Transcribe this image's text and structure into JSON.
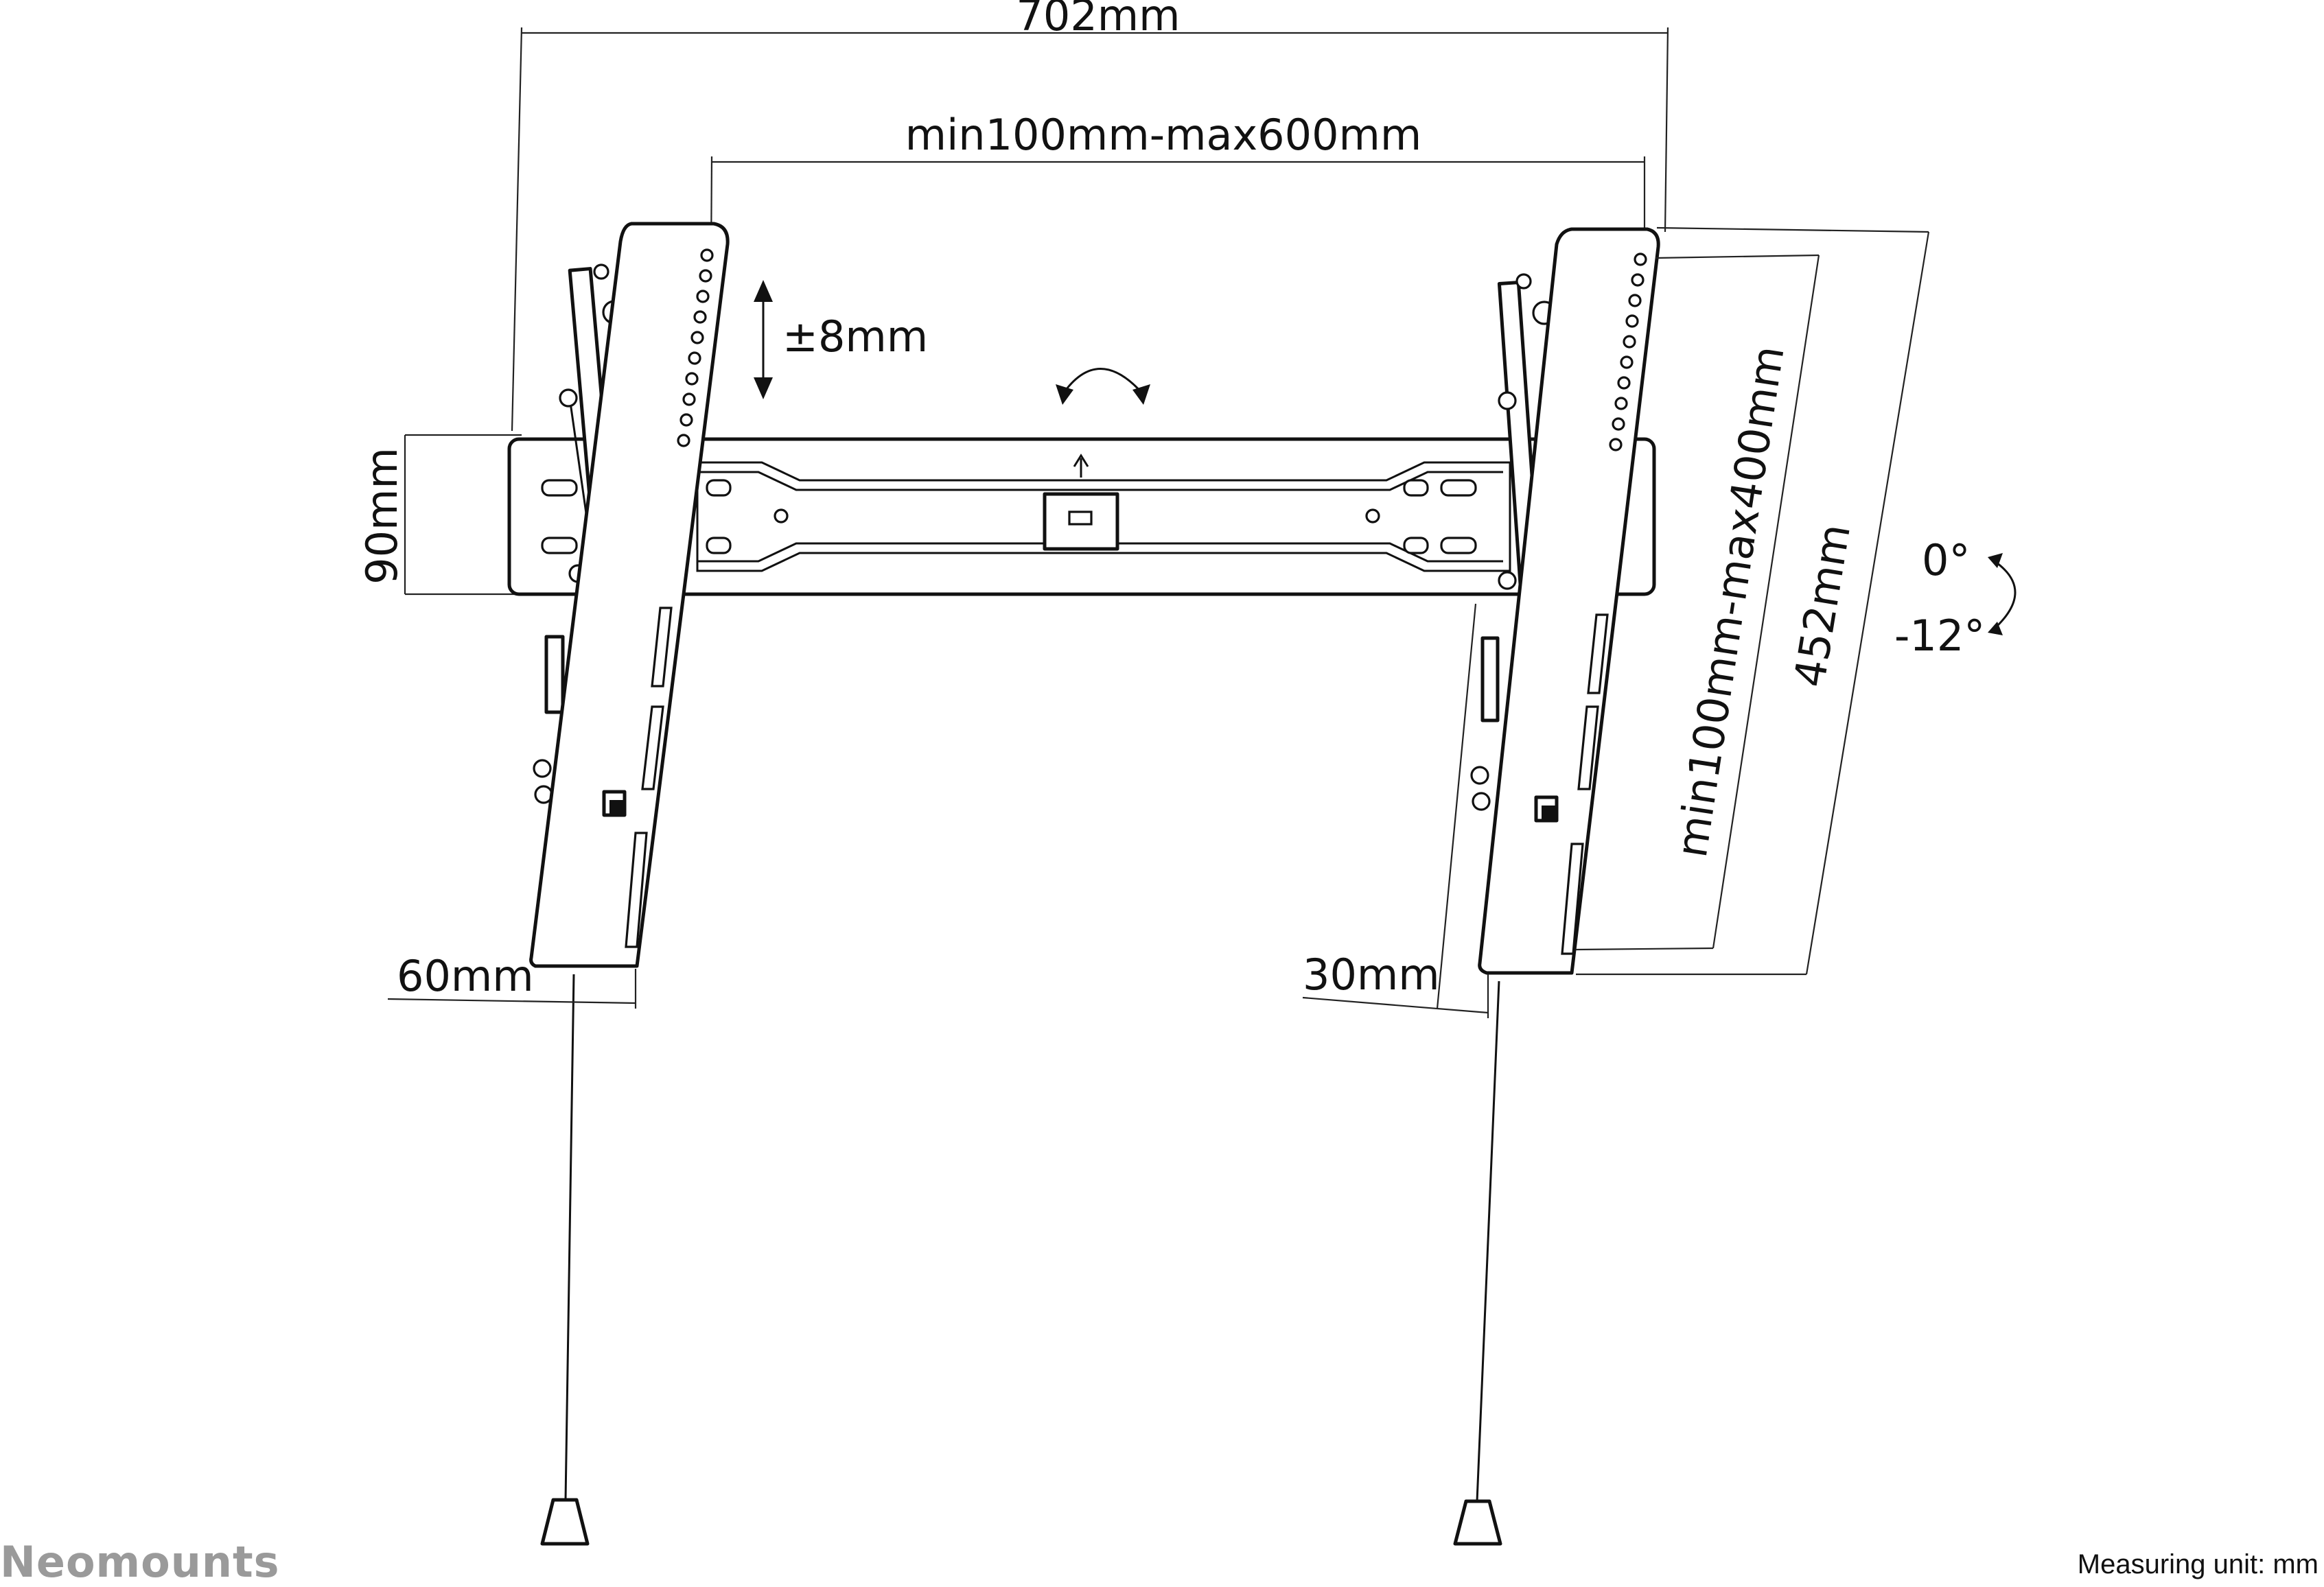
{
  "dimensions": {
    "overall_width": "702mm",
    "vesa_horizontal": "min100mm-max600mm",
    "vesa_vertical": "min100mm-max400mm",
    "arm_height": "452mm",
    "plate_height": "90mm",
    "arm_width": "60mm",
    "wall_distance": "30mm",
    "height_adjust": "±8mm"
  },
  "tilt": {
    "top": "0°",
    "bottom": "-12°"
  },
  "brand": "Neomounts",
  "measuring_unit": "Measuring unit: mm"
}
